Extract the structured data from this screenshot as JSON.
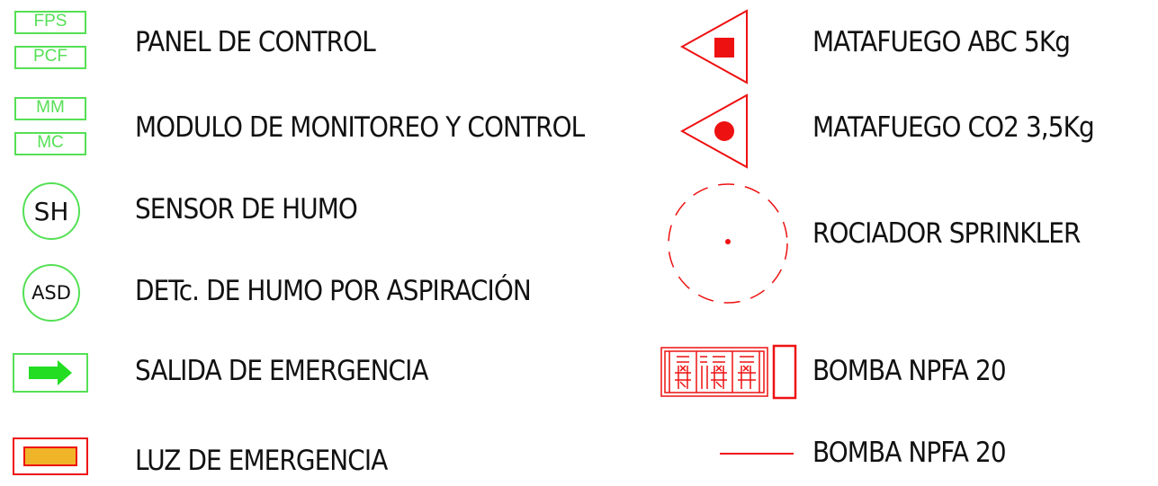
{
  "colors": {
    "green_symbol": "#55e055",
    "arrow_fill": "#22dd22",
    "red_symbol": "#ee1111",
    "lamp_fill": "#f0b429",
    "text": "#111111"
  },
  "legend_left": [
    {
      "icon": "fps-pcf-boxes",
      "codes": [
        "FPS",
        "PCF"
      ],
      "label": "PANEL DE CONTROL"
    },
    {
      "icon": "mm-mc-boxes",
      "codes": [
        "MM",
        "MC"
      ],
      "label": "MODULO DE MONITOREO Y CONTROL"
    },
    {
      "icon": "smoke-sensor-icon",
      "code": "SH",
      "label": "SENSOR DE HUMO"
    },
    {
      "icon": "aspiration-detector-icon",
      "code": "ASD",
      "label": "DETc. DE HUMO POR ASPIRACIÓN"
    },
    {
      "icon": "exit-arrow-icon",
      "label": "SALIDA DE EMERGENCIA"
    },
    {
      "icon": "emergency-light-icon",
      "label": "LUZ DE EMERGENCIA"
    }
  ],
  "legend_right": [
    {
      "icon": "extinguisher-abc-icon",
      "label": "MATAFUEGO ABC 5Kg"
    },
    {
      "icon": "extinguisher-co2-icon",
      "label": "MATAFUEGO CO2 3,5Kg"
    },
    {
      "icon": "sprinkler-icon",
      "label": "ROCIADOR SPRINKLER"
    },
    {
      "icon": "pump-icon",
      "label": "BOMBA NPFA 20"
    },
    {
      "icon": "pipe-line-icon",
      "label": "BOMBA NPFA 20"
    }
  ]
}
